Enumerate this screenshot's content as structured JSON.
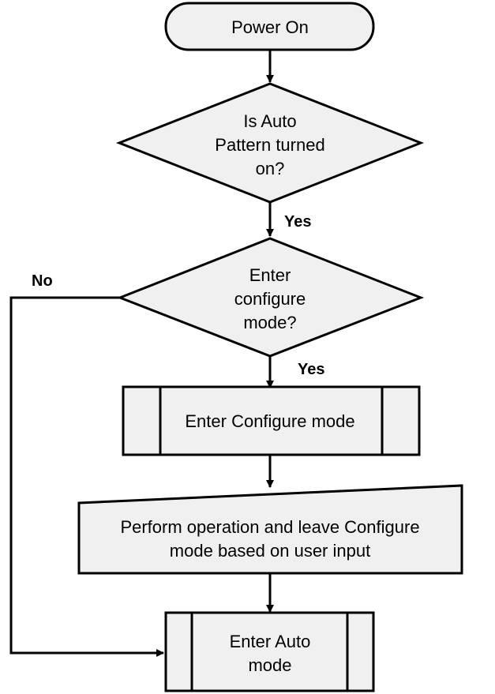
{
  "nodes": {
    "power_on": {
      "label": "Power On"
    },
    "auto_pattern_decision": {
      "lines": [
        "Is Auto",
        "Pattern turned",
        "on?"
      ]
    },
    "configure_decision": {
      "lines": [
        "Enter",
        "configure",
        "mode?"
      ]
    },
    "enter_configure": {
      "label": "Enter Configure mode"
    },
    "perform_operation": {
      "lines": [
        "Perform operation and leave Configure",
        "mode based on user input"
      ]
    },
    "enter_auto": {
      "lines": [
        "Enter Auto",
        "mode"
      ]
    }
  },
  "edges": {
    "yes_1": "Yes",
    "yes_2": "Yes",
    "no": "No"
  },
  "colors": {
    "node_fill": "#f0f0f0",
    "stroke": "#000000"
  }
}
